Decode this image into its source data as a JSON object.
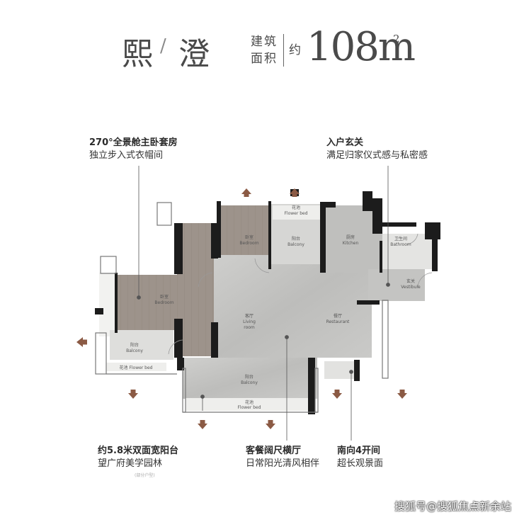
{
  "header": {
    "name_1": "熙",
    "slash": "/",
    "name_2": "澄",
    "area_label_1": "建筑",
    "area_label_2": "面积",
    "about": "约",
    "area_value": "108m",
    "area_unit_sup": "2"
  },
  "callouts": {
    "master_title": "270°全景舱主卧套房",
    "master_desc": "独立步入式衣帽间",
    "entry_title": "入户玄关",
    "entry_desc": "满足归家仪式感与私密感",
    "balcony_title": "约5.8米双面宽阳台",
    "balcony_desc": "望广府美学园林",
    "balcony_note": "(部分户型)",
    "living_title": "客餐阔尺横厅",
    "living_desc": "日常阳光清风相伴",
    "south_title": "南向4开间",
    "south_desc": "超长观景面"
  },
  "rooms": {
    "bedroom_main_cn": "卧室",
    "bedroom_main_en": "Bedroom",
    "bedroom_2_cn": "卧室",
    "bedroom_2_en": "Bedroom",
    "balcony_top_cn": "阳台",
    "balcony_top_en": "Balcony",
    "kitchen_cn": "厨房",
    "kitchen_en": "Kitchen",
    "bathroom_cn": "卫生间",
    "bathroom_en": "Bathroom",
    "vestibule_cn": "玄关",
    "vestibule_en": "Vestibule",
    "living_cn": "客厅",
    "living_en": "Living",
    "living_en_2": "room",
    "restaurant_cn": "餐厅",
    "restaurant_en": "Restaurant",
    "balcony_left_cn": "阳台",
    "balcony_left_en": "Balcony",
    "balcony_bottom_cn": "阳台",
    "balcony_bottom_en": "Balcony",
    "flower_top_cn": "花池",
    "flower_top_en": "Flower bed",
    "flower_left": "花池 Flower bed",
    "flower_bottom_cn": "花池",
    "flower_bottom_en": "Flower bed"
  },
  "colors": {
    "wall": "#1c1c1c",
    "marble": "#c9c9c7",
    "wood": "#9c928a",
    "balcony_tile": "#dcdcda",
    "accent_brown": "#8b5a44"
  },
  "watermark": "搜狐号@搜狐焦点新余站"
}
